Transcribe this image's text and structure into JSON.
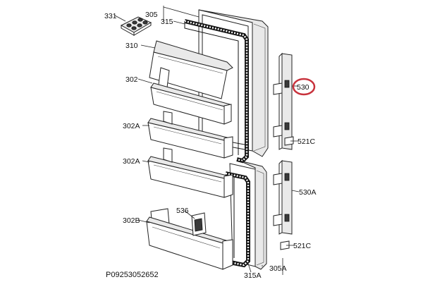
{
  "labels": {
    "l331": "331",
    "l305": "305",
    "l315": "315",
    "l310": "310",
    "l302": "302",
    "l302a_1": "302A",
    "l302a_2": "302A",
    "l302b": "302B",
    "l536": "536",
    "l530": "530",
    "l521c_1": "521C",
    "l530a": "530A",
    "l521c_2": "521C",
    "l315a": "315A",
    "l305a": "305A"
  },
  "reference": "P09253052652",
  "colors": {
    "highlight": "#c8323c",
    "line": "#222222"
  }
}
